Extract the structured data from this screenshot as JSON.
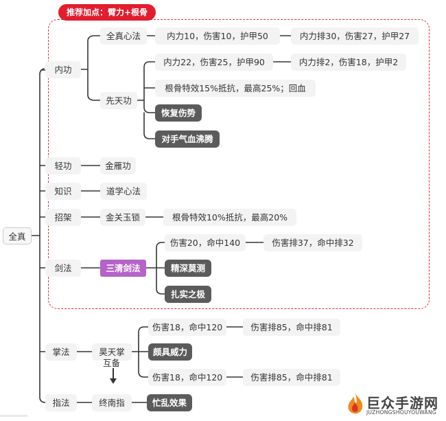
{
  "banner": "推荐加点：臂力+根骨",
  "root": "全真",
  "branches": {
    "neigong": {
      "label": "内功",
      "quanzhen": {
        "label": "全真心法",
        "stats": "内力10，伤害10，护甲50",
        "rank": "内力排30，伤害27，护甲27"
      },
      "xiantian": {
        "label": "先天功",
        "stats": "内力22，伤害25，护甲90",
        "rank": "内力排2，伤害18，护甲2",
        "effect": "根骨特效15%抵抗，最高25%；回血",
        "skill1": "恢复伤势",
        "skill2": "对手气血沸腾"
      }
    },
    "qinggong": {
      "label": "轻功",
      "child": "金雁功"
    },
    "zhishi": {
      "label": "知识",
      "child": "道学心法"
    },
    "zhaojia": {
      "label": "招架",
      "child": "金关玉锁",
      "effect": "根骨特效10%抵抗，最高20%"
    },
    "jianfa": {
      "label": "剑法",
      "child": "三清剑法",
      "stats": "伤害20，命中140",
      "rank": "伤害排37，命中排32",
      "skill1": "精深莫测",
      "skill2": "扎实之极"
    },
    "zhangfa": {
      "label": "掌法",
      "child": "昊天掌",
      "stats": "伤害18，命中120",
      "rank": "伤害排85，命中排81",
      "skill": "颇具威力"
    },
    "relation": "互备",
    "zhifa": {
      "label": "指法",
      "child": "终南指",
      "stats": "伤害18，命中120",
      "rank": "伤害排85，命中排81",
      "skill": "忙乱效果"
    }
  },
  "watermark": {
    "name": "巨众手游网",
    "url": "JUZHONGSHOUYOUWANG"
  },
  "colors": {
    "line": "#333333",
    "highlight": "#e3283a",
    "purple": "#b563c9",
    "dark": "#5b5b5b"
  }
}
